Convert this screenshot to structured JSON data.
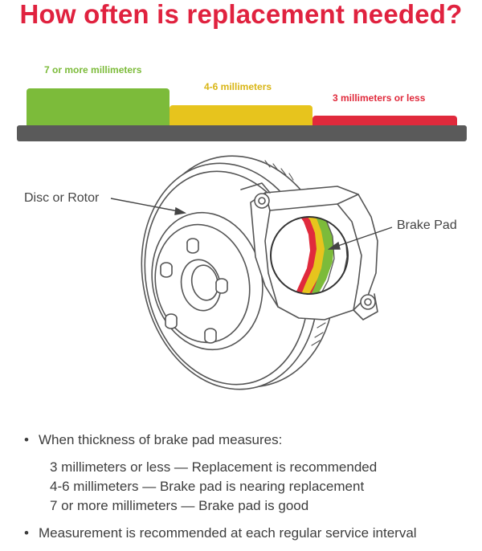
{
  "title": "How often is replacement needed?",
  "colors": {
    "title": "#e0223f",
    "green": "#7cbb3a",
    "yellow": "#e7c41d",
    "red": "#e02a3c",
    "base": "#5a5a5a"
  },
  "gauge": {
    "levels": [
      {
        "label": "7 or more millimeters",
        "color": "#7cbb3a",
        "status": "good"
      },
      {
        "label": "4-6 millimeters",
        "color": "#e7c41d",
        "status": "nearing replacement"
      },
      {
        "label": "3 millimeters or less",
        "color": "#e02a3c",
        "status": "replace"
      }
    ]
  },
  "diagram": {
    "rotor_label": "Disc or Rotor",
    "pad_label": "Brake Pad",
    "icon": "brake-disc-caliper-illustration"
  },
  "info": {
    "bullet1": "When thickness of brake pad measures:",
    "lines": [
      "3 millimeters or less — Replacement is recommended",
      "4-6 millimeters — Brake pad is nearing replacement",
      "7 or more millimeters — Brake pad is good"
    ],
    "bullet2": "Measurement is recommended at each regular service interval"
  }
}
